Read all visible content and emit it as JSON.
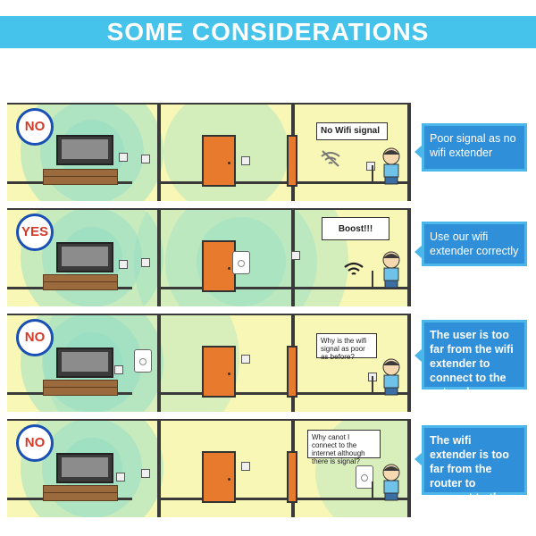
{
  "banner": {
    "title": "SOME CONSIDERATIONS"
  },
  "rows": [
    {
      "badge": "NO",
      "bubble": "No Wifi signal",
      "note": "Poor signal as no wifi extender"
    },
    {
      "badge": "YES",
      "bubble": "Boost!!!",
      "note": "Use our wifi extender correctly"
    },
    {
      "badge": "NO",
      "bubble": "Why is the wifi signal as poor as before?",
      "note": "The user is too far from the wifi extender to connect to the network"
    },
    {
      "badge": "NO",
      "bubble": "Why canot I connect to the internet although there is signal?",
      "note": "The wifi extender is too far from the router to connect to the network"
    }
  ],
  "colors": {
    "banner": "#45c3ea",
    "room": "#f8f7b6",
    "signal": "#7fd6c8",
    "door": "#e87a2d",
    "note": "#2f8fd8",
    "badge_text": "#d23a2a",
    "badge_ring": "#1a4fb3"
  },
  "icons": [
    "router-icon",
    "wifi-extender-icon",
    "no-wifi-icon",
    "wifi-icon",
    "tv-icon",
    "boy-icon"
  ]
}
